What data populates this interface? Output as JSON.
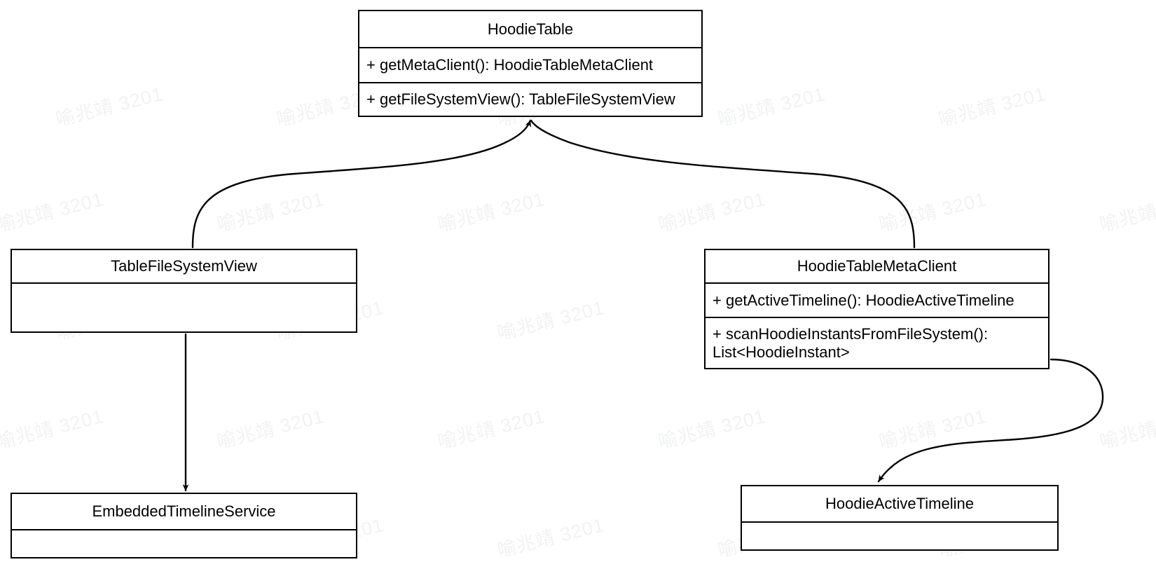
{
  "diagram": {
    "type": "uml-class-diagram",
    "background": "#ffffff",
    "stroke": "#000000",
    "watermark_text": "喻兆靖 3201",
    "watermark_color": "#f1f2f2"
  },
  "classes": {
    "hoodie_table": {
      "name": "HoodieTable",
      "methods": [
        "+ getMetaClient(): HoodieTableMetaClient",
        "+ getFileSystemView(): TableFileSystemView"
      ]
    },
    "table_file_system_view": {
      "name": "TableFileSystemView",
      "methods": [
        ""
      ]
    },
    "hoodie_table_meta_client": {
      "name": "HoodieTableMetaClient",
      "methods": [
        "+ getActiveTimeline(): HoodieActiveTimeline",
        "+ scanHoodieInstantsFromFileSystem():\nList<HoodieInstant>"
      ]
    },
    "embedded_timeline_service": {
      "name": "EmbeddedTimelineService",
      "methods": [
        ""
      ]
    },
    "hoodie_active_timeline": {
      "name": "HoodieActiveTimeline",
      "methods": [
        ""
      ]
    }
  },
  "edges": [
    {
      "id": "table-file-system-view-to-hoodie-table",
      "from": "TableFileSystemView",
      "to": "HoodieTable",
      "arrowhead": "open-at-target"
    },
    {
      "id": "hoodie-table-meta-client-to-hoodie-table",
      "from": "HoodieTableMetaClient",
      "to": "HoodieTable",
      "arrowhead": "open-at-target"
    },
    {
      "id": "table-file-system-view-to-embedded-timeline-service",
      "from": "TableFileSystemView",
      "to": "EmbeddedTimelineService",
      "arrowhead": "open-at-target"
    },
    {
      "id": "hoodie-table-meta-client-to-hoodie-active-timeline",
      "from": "HoodieTableMetaClient",
      "to": "HoodieActiveTimeline",
      "arrowhead": "open-at-target"
    }
  ]
}
